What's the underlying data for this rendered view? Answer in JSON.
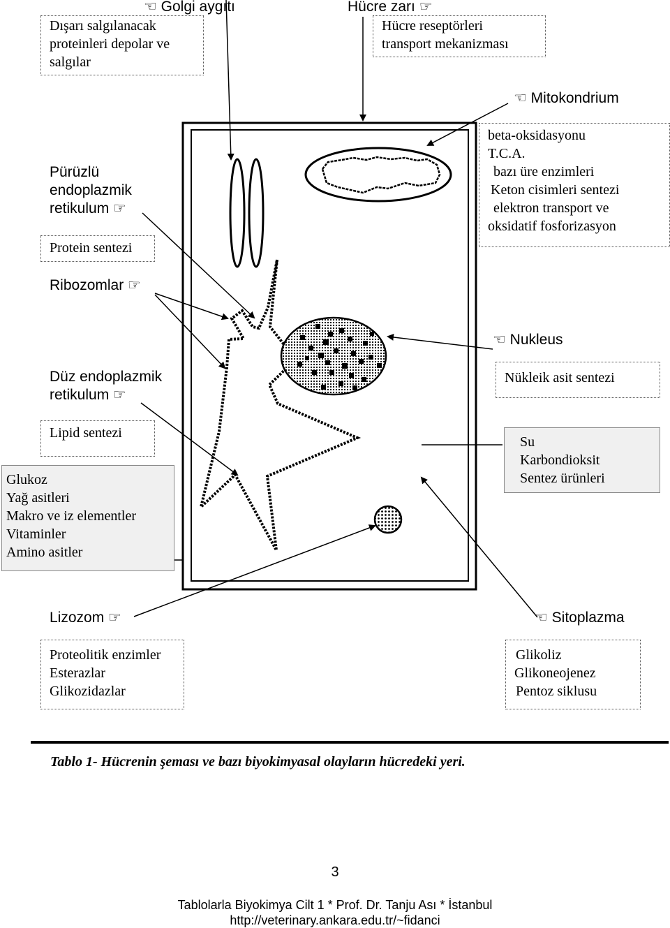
{
  "labels": {
    "golgi": "Golgi aygıtı",
    "cell_membrane": "Hücre zarı",
    "mitochondrion": "Mitokondrium",
    "rough_er": [
      "Pürüzlü",
      "endoplazmik",
      "retikulum"
    ],
    "ribosomes": "Ribozomlar",
    "smooth_er": [
      "Düz endoplazmik",
      "retikulum"
    ],
    "nucleus": "Nukleus",
    "lysosome": "Lizozom",
    "cytoplasm": "Sitoplazma"
  },
  "boxes": {
    "secretion": [
      "Dışarı salgılanacak",
      "proteinleri depolar ve",
      "salgılar"
    ],
    "membrane": [
      "Hücre reseptörleri",
      "transport mekanizması"
    ],
    "mitochondrion": [
      "beta-oksidasyonu",
      "T.C.A.",
      "bazı üre enzimleri",
      "Keton cisimleri sentezi",
      "elektron transport ve",
      "oksidatif fosforizasyon"
    ],
    "rough_er": "Protein sentezi",
    "nucleus": "Nükleik asit sentezi",
    "smooth_er": "Lipid sentezi",
    "products": [
      "Su",
      "Karbondioksit",
      "Sentez ürünleri"
    ],
    "inputs": [
      "Glukoz",
      "Yağ asitleri",
      "Makro ve iz elementler",
      "Vitaminler",
      "Amino asitler"
    ],
    "lysosome": [
      "Proteolitik enzimler",
      "Esterazlar",
      "Glikozidazlar"
    ],
    "cytoplasm": [
      "Glikoliz",
      "Glikoneojenez",
      "Pentoz siklusu"
    ]
  },
  "caption": "Tablo 1- Hücrenin şeması ve bazı biyokimyasal olayların hücredeki yeri.",
  "page_number": "3",
  "footer": {
    "line1": "Tablolarla Biyokimya Cilt 1 * Prof. Dr. Tanju Ası * İstanbul",
    "line2": "http://veterinary.ankara.edu.tr/~fidanci"
  },
  "icons": {
    "pointer_left": "hand-pointing-left-icon",
    "pointer_right": "hand-pointing-right-icon"
  }
}
